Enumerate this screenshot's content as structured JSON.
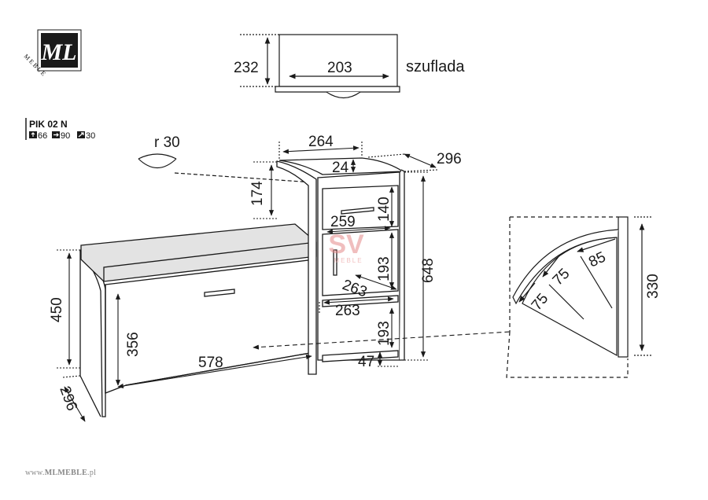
{
  "brand": {
    "logo_text": "ML",
    "logo_sub": "MEBLE",
    "footer_prefix": "www.",
    "footer_brand": "MLMEBLE",
    "footer_suffix": ".pl"
  },
  "product": {
    "code": "PIK 02 N",
    "height_icon": "height-arrow-icon",
    "width_icon": "width-arrow-icon",
    "depth_icon": "depth-arrow-icon",
    "height": "66",
    "width": "90",
    "depth": "30"
  },
  "watermark": {
    "text": "SV",
    "sub": "MEBLE"
  },
  "drawer": {
    "label": "szuflada",
    "height": "232",
    "width": "203"
  },
  "radius": {
    "label": "r 30"
  },
  "main": {
    "dims": {
      "top_width": "264",
      "top_depth": "296",
      "side_depth": "24",
      "upper_side": "174",
      "drawer_h": "140",
      "drawer_w": "259",
      "door_h": "193",
      "shelf_depth": "263",
      "shelf_width": "263",
      "lower_h": "193",
      "plinth": "47",
      "total_h": "648",
      "bench_h": "450",
      "flap_h": "356",
      "flap_w": "578",
      "bench_depth": "296"
    }
  },
  "detail": {
    "height": "330",
    "d1": "85",
    "d2": "75",
    "d3": "75"
  },
  "colors": {
    "line": "#1a1a1a",
    "seat": "#e3e3e3",
    "dashed": "#333333",
    "watermark": "#e58a8a"
  }
}
